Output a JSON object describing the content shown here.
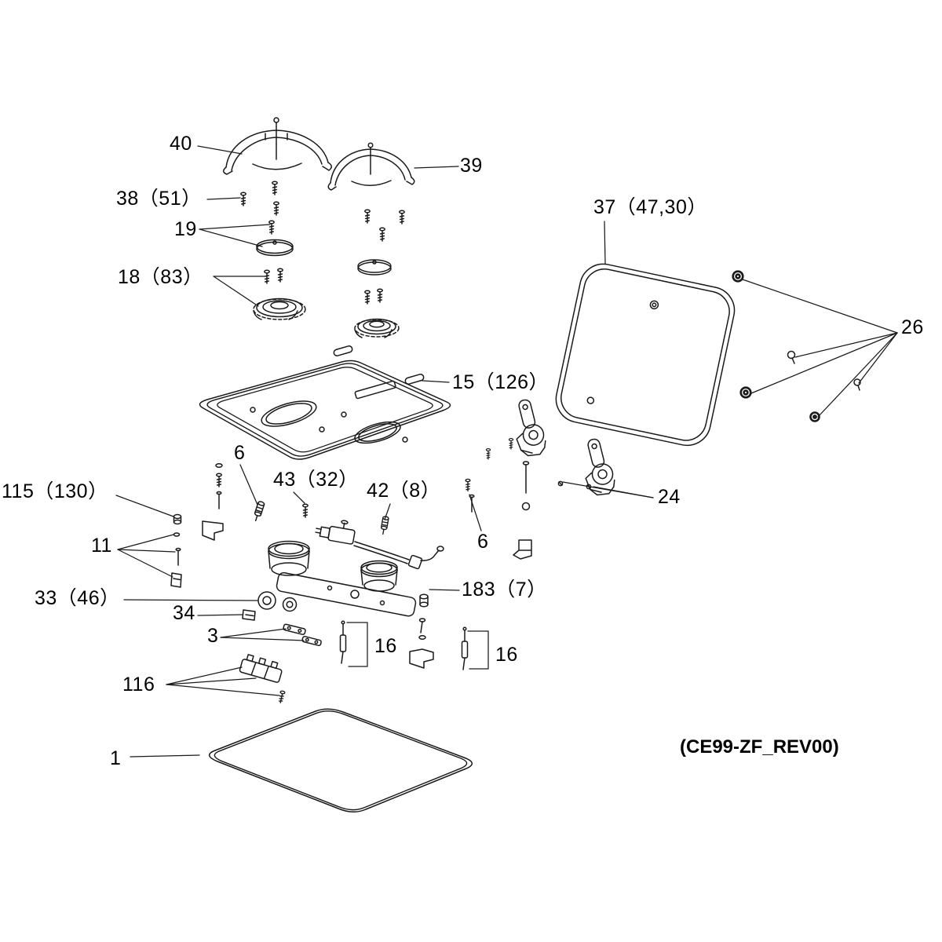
{
  "meta": {
    "background": "#ffffff",
    "line_color": "#1a1a1a",
    "diagram_type": "exploded-parts-view"
  },
  "labels": {
    "l40": "40",
    "l39": "39",
    "l38": "38（51）",
    "l19": "19",
    "l18": "18（83）",
    "l37": "37（47,30）",
    "l26": "26",
    "l15": "15（126）",
    "l6a": "6",
    "l43": "43（32）",
    "l42": "42（8）",
    "l115": "115（130）",
    "l11": "11",
    "l6b": "6",
    "l24": "24",
    "l33": "33（46）",
    "l34": "34",
    "l183": "183（7）",
    "l3": "3",
    "l16a": "16",
    "l16b": "16",
    "l116": "116",
    "l1": "1",
    "code": "(CE99-ZF_REV00)"
  }
}
